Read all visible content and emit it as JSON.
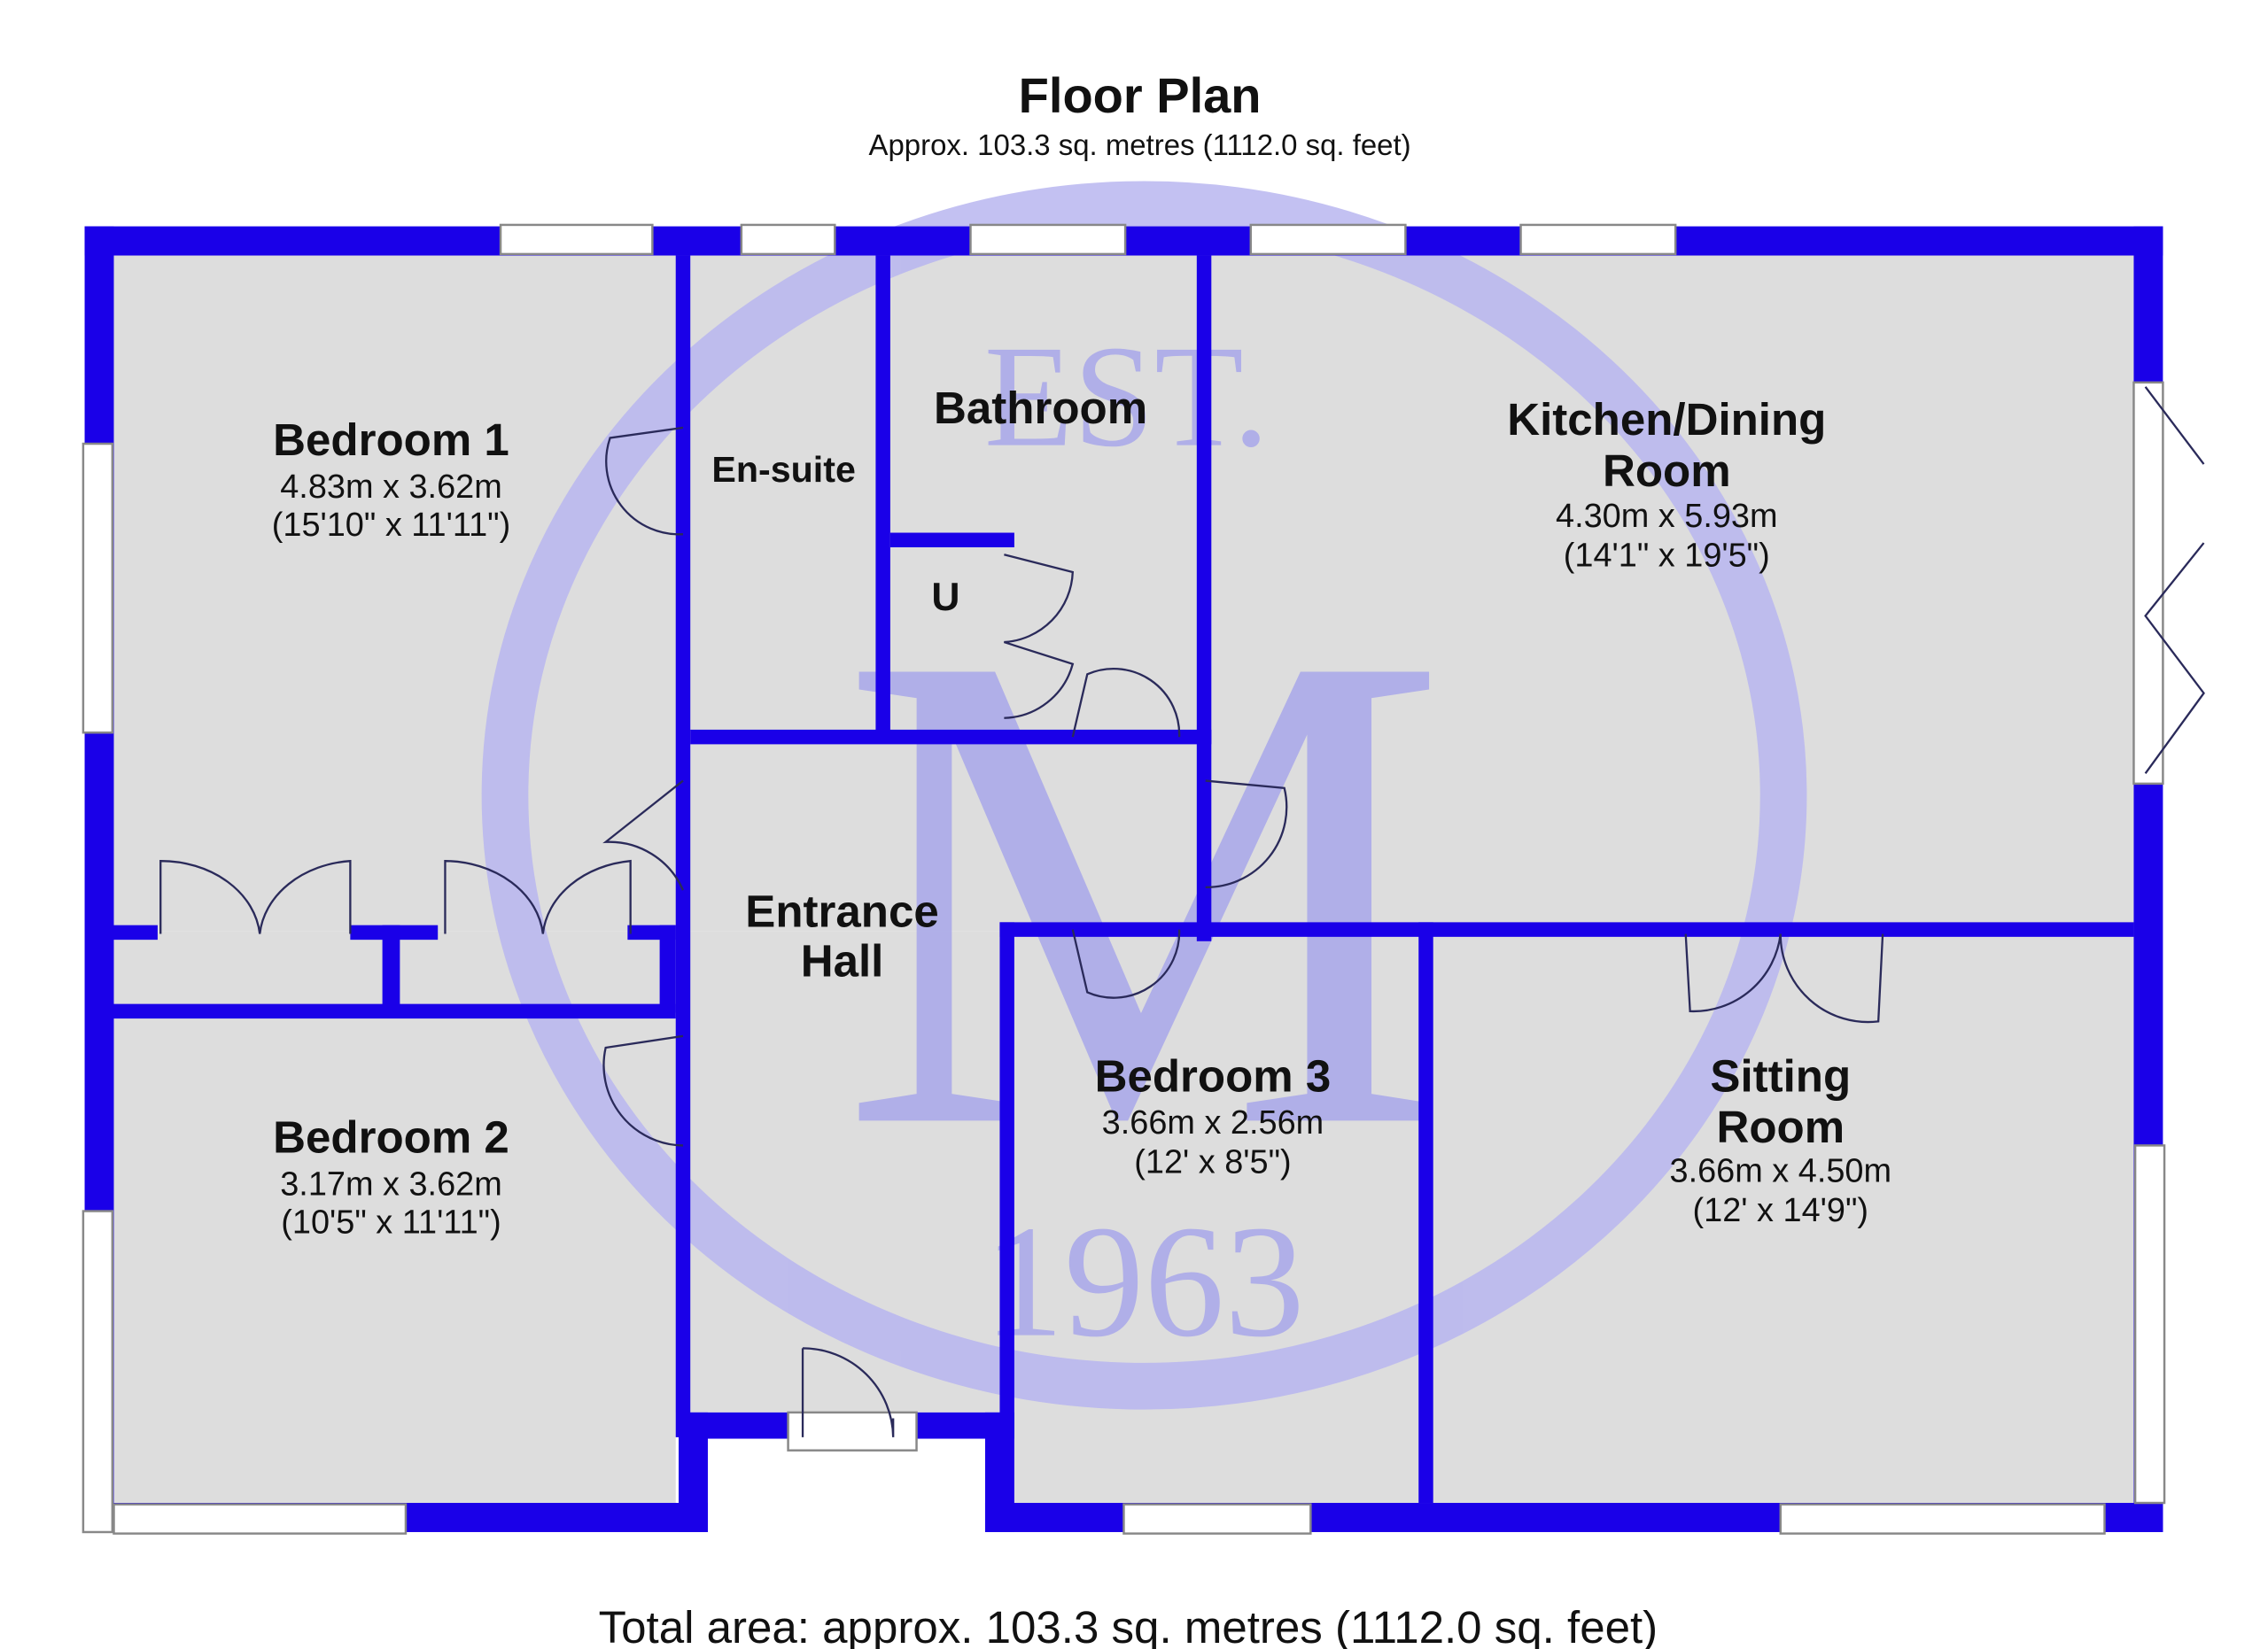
{
  "header": {
    "title": "Floor Plan",
    "subtitle": "Approx. 103.3 sq. metres (1112.0 sq. feet)"
  },
  "footer": {
    "total": "Total area: approx. 103.3 sq. metres (1112.0 sq. feet)"
  },
  "watermark": {
    "top_text": "EST.",
    "letter": "M",
    "year": "1963",
    "color": "#b8b6f0"
  },
  "colors": {
    "wall": "#1a00e8",
    "floor": "#dddddd",
    "window": "#ffffff",
    "door_line": "#2a2a5a"
  },
  "rooms": {
    "bedroom1": {
      "name": "Bedroom 1",
      "dim_m": "4.83m x 3.62m",
      "dim_ft": "(15'10\" x 11'11\")"
    },
    "ensuite": {
      "name": "En-suite"
    },
    "bathroom": {
      "name": "Bathroom"
    },
    "utility": {
      "name": "U"
    },
    "kitchen": {
      "name_line1": "Kitchen/Dining",
      "name_line2": "Room",
      "dim_m": "4.30m x 5.93m",
      "dim_ft": "(14'1\" x 19'5\")"
    },
    "hall": {
      "name_line1": "Entrance",
      "name_line2": "Hall"
    },
    "bedroom2": {
      "name": "Bedroom 2",
      "dim_m": "3.17m x 3.62m",
      "dim_ft": "(10'5\" x 11'11\")"
    },
    "bedroom3": {
      "name": "Bedroom 3",
      "dim_m": "3.66m x 2.56m",
      "dim_ft": "(12' x 8'5\")"
    },
    "sitting": {
      "name_line1": "Sitting",
      "name_line2": "Room",
      "dim_m": "3.66m x 4.50m",
      "dim_ft": "(12' x 14'9\")"
    }
  }
}
